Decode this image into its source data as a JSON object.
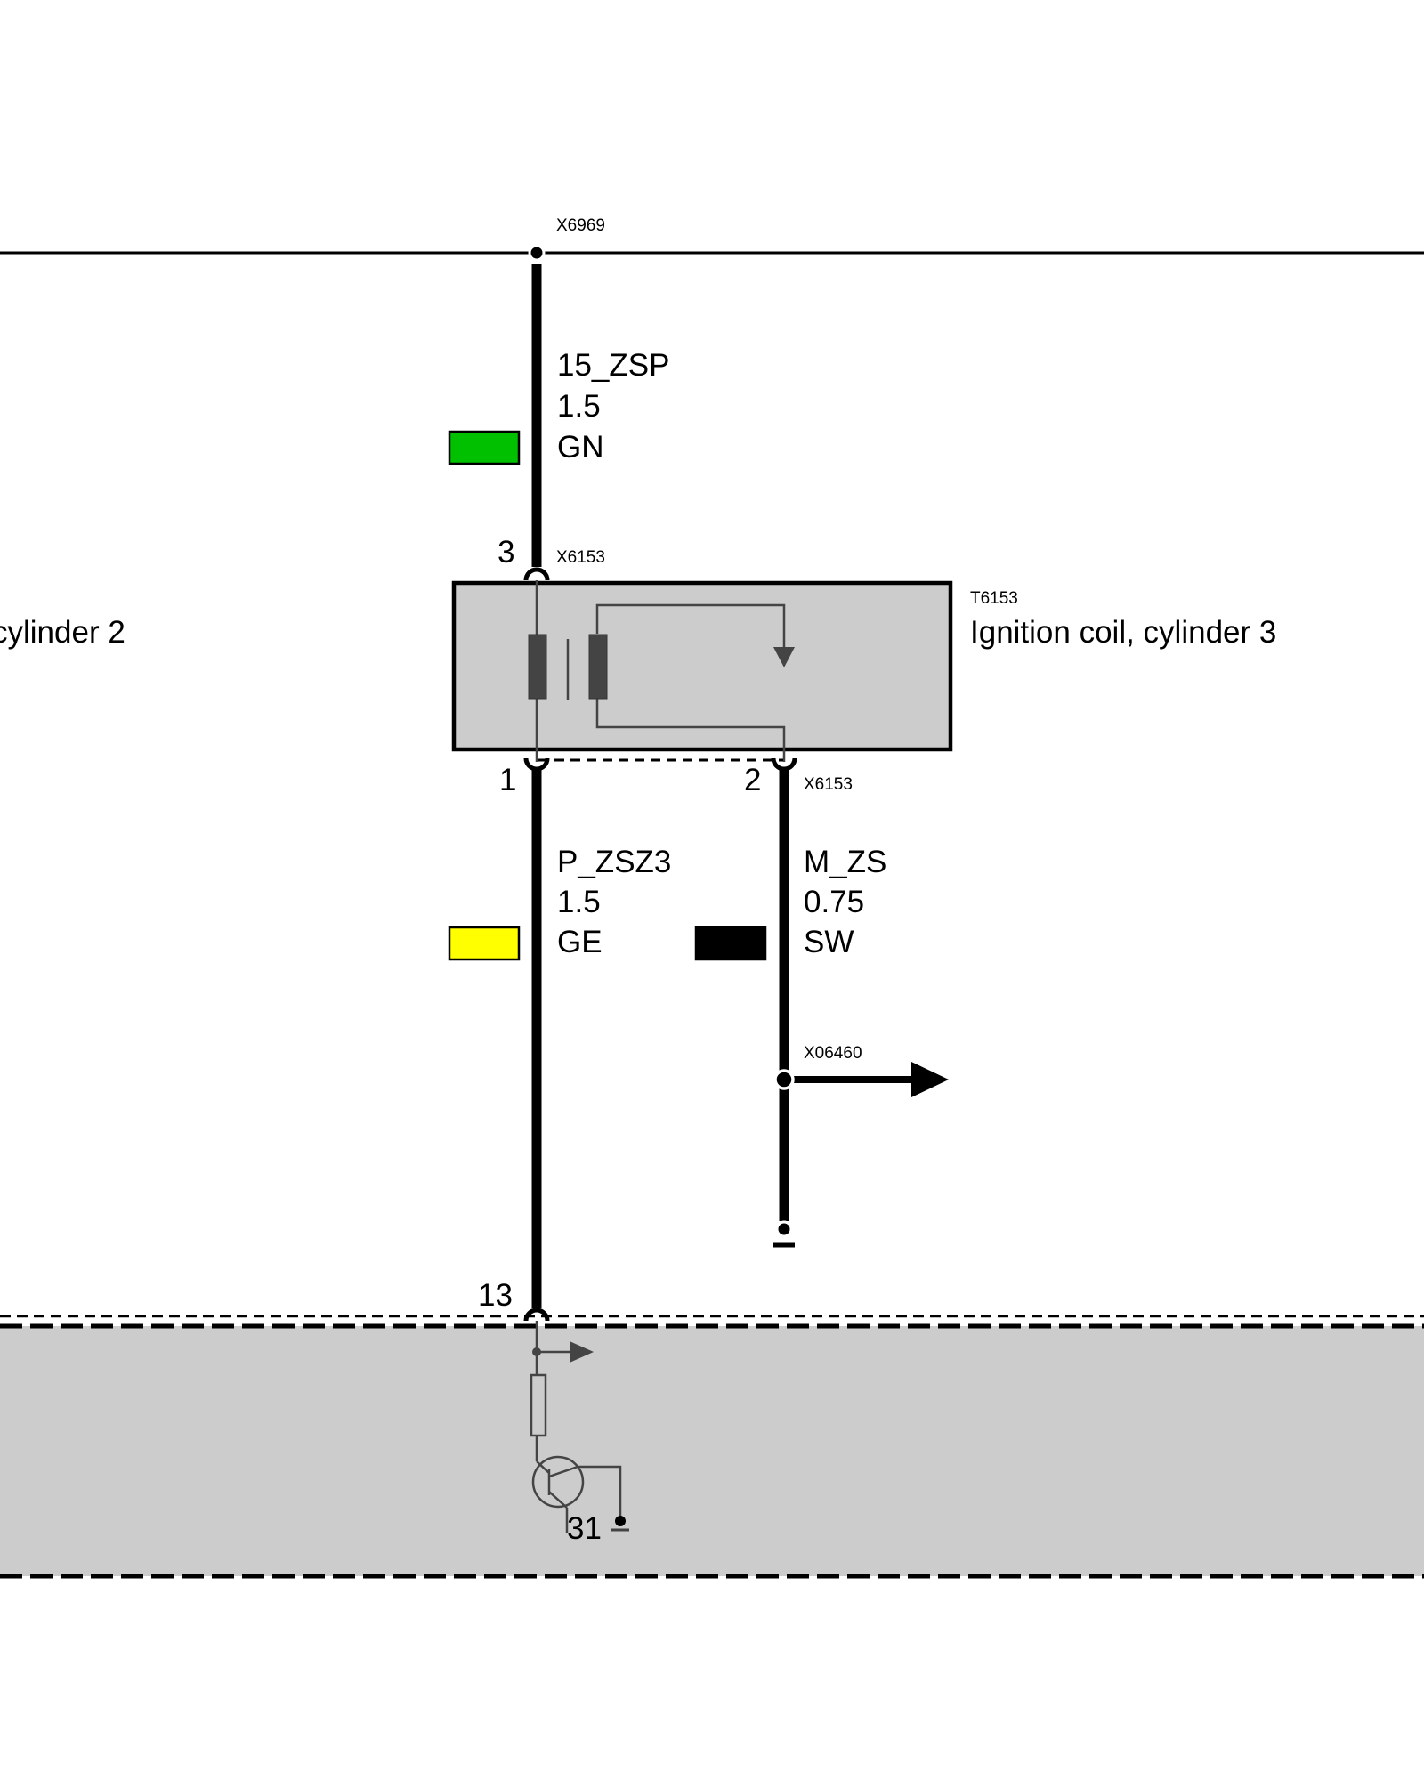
{
  "colors": {
    "wire": "#000000",
    "component_fill": "#cccccc",
    "symbol_stroke": "#444444",
    "swatch_green": "#00c000",
    "swatch_yellow": "#ffff00",
    "swatch_black": "#000000"
  },
  "connectors": {
    "top_splice": "X6969",
    "coil_pin3_connector": "X6153",
    "coil_bottom_connector": "X6153",
    "ground_splice": "X06460"
  },
  "component": {
    "id": "T6153",
    "name": "Ignition coil, cylinder 3",
    "left_neighbor_name": "cylinder 2"
  },
  "pins": {
    "coil_supply": "3",
    "coil_ignition": "1",
    "coil_ground": "2",
    "ecu": "13",
    "ground_terminal": "31"
  },
  "wires": {
    "supply": {
      "signal": "15_ZSP",
      "gauge": "1.5",
      "color_code": "GN"
    },
    "ignition": {
      "signal": "P_ZSZ3",
      "gauge": "1.5",
      "color_code": "GE"
    },
    "ground": {
      "signal": "M_ZS",
      "gauge": "0.75",
      "color_code": "SW"
    }
  }
}
